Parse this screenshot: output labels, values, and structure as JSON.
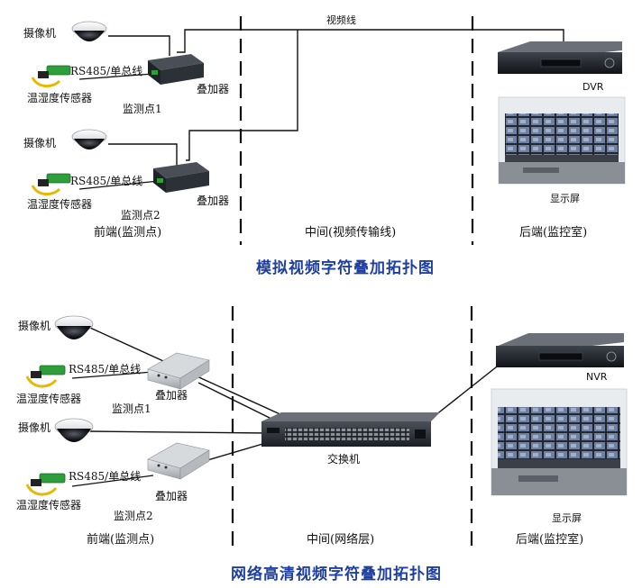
{
  "top": {
    "video_line": "视频线",
    "camera_label_1": "摄像机",
    "camera_label_2": "摄像机",
    "bus_label_1": "RS485/单总线",
    "bus_label_2": "RS485/单总线",
    "sensor_label_1": "温湿度传感器",
    "sensor_label_2": "温湿度传感器",
    "overlay_label_1": "叠加器",
    "overlay_label_2": "叠加器",
    "point_label_1": "监测点1",
    "point_label_2": "监测点2",
    "recorder_label": "DVR",
    "screen_label": "显示屏",
    "zone_front": "前端(监测点)",
    "zone_middle": "中间(视频传输线)",
    "zone_back": "后端(监控室)",
    "title": "模拟视频字符叠加拓扑图"
  },
  "bottom": {
    "camera_label_1": "摄像机",
    "camera_label_2": "摄像机",
    "bus_label_1": "RS485/单总线",
    "bus_label_2": "RS485/单总线",
    "sensor_label_1": "温湿度传感器",
    "sensor_label_2": "温湿度传感器",
    "overlay_label_1": "叠加器",
    "overlay_label_2": "叠加器",
    "point_label_1": "监测点1",
    "point_label_2": "监测点2",
    "switch_label": "交换机",
    "recorder_label": "NVR",
    "screen_label": "显示屏",
    "zone_front": "前端(监测点)",
    "zone_middle": "中间(网络层)",
    "zone_back": "后端(监控室)",
    "title": "网络高清视频字符叠加拓扑图"
  },
  "colors": {
    "title": "#1f3f9f",
    "line": "#111111",
    "sensor_green": "#2e9e3a",
    "sensor_wire_yellow": "#e6b800",
    "device_dark": "#2a2f36",
    "screen_wall": "#2b2f3a"
  }
}
